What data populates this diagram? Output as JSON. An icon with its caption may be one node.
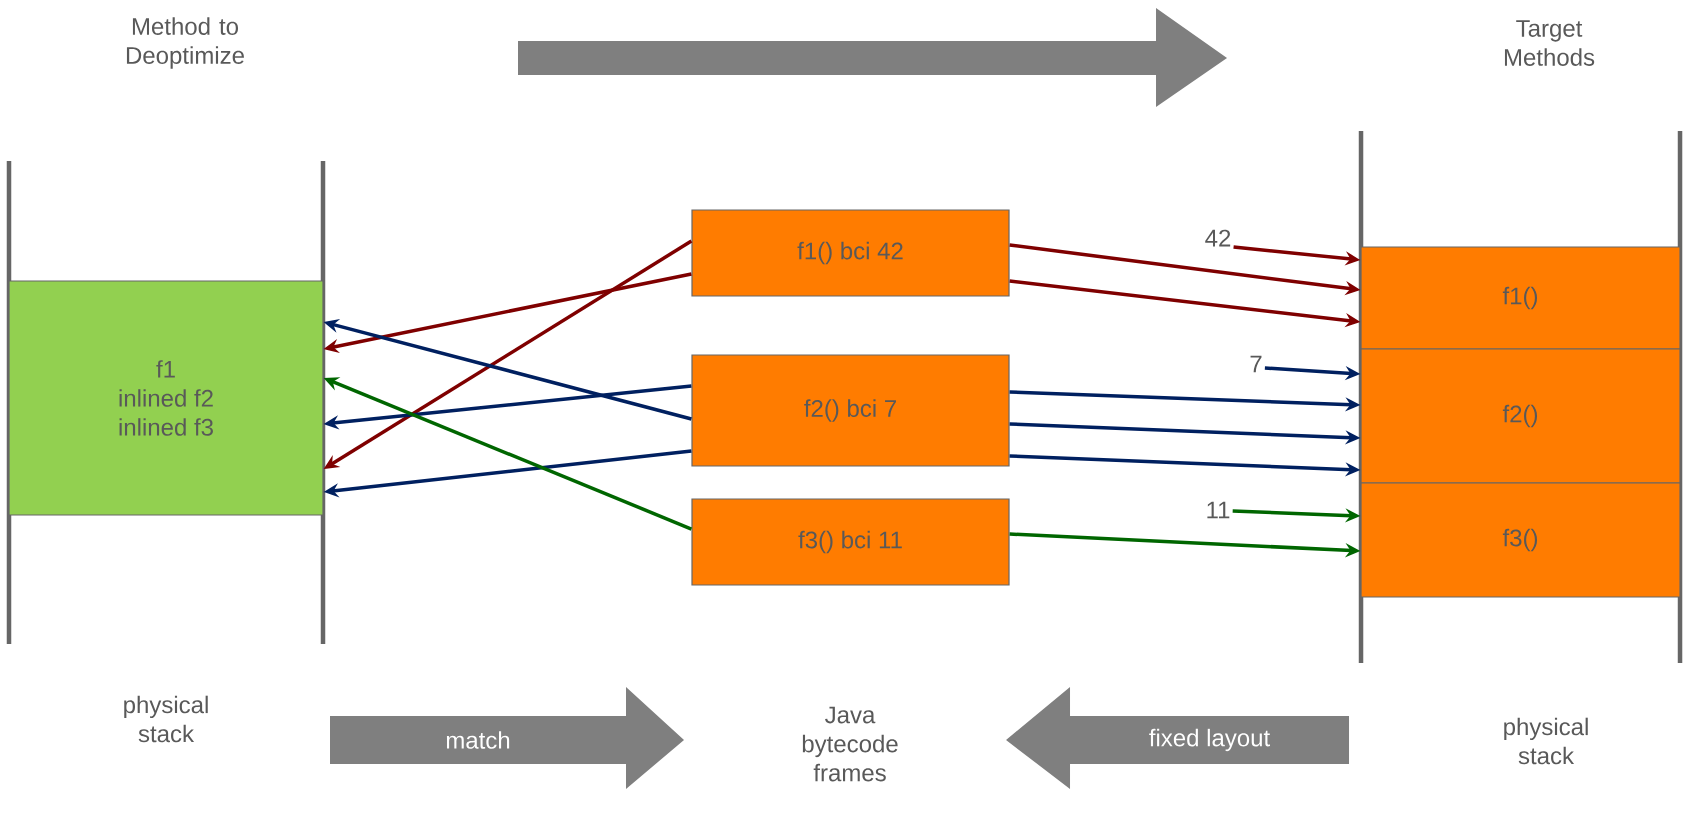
{
  "diagram": {
    "nodes": [
      {
        "text": [
          "f1",
          "inlined f2",
          "inlined f3"
        ]
      },
      {
        "text": [
          "f1() bci 42"
        ]
      },
      {
        "text": [
          "f2() bci 7"
        ]
      },
      {
        "text": [
          "f3() bci 11"
        ]
      },
      {
        "text": [
          "42"
        ]
      },
      {
        "text": [
          "f1()"
        ]
      },
      {
        "text": [
          "7"
        ]
      },
      {
        "text": [
          "f2()"
        ]
      },
      {
        "text": [
          "11"
        ]
      },
      {
        "text": [
          "f3()"
        ]
      },
      {
        "text": [
          "match"
        ]
      },
      {
        "text": [
          "fixed layout"
        ]
      }
    ],
    "edges": [
      {
        "from": 1,
        "to": 0,
        "arrow": "to",
        "color": "#7f0000"
      },
      {
        "from": 1,
        "to": 0,
        "arrow": "to",
        "color": "#7f0000"
      },
      {
        "from": 2,
        "to": 0,
        "arrow": "to",
        "color": "#002060"
      },
      {
        "from": 2,
        "to": 0,
        "arrow": "to",
        "color": "#002060"
      },
      {
        "from": 2,
        "to": 0,
        "arrow": "to",
        "color": "#002060"
      },
      {
        "from": 3,
        "to": 0,
        "arrow": "to",
        "color": "#006600"
      },
      {
        "from": 1,
        "to": 5,
        "arrow": "to",
        "color": "#7f0000"
      },
      {
        "from": 1,
        "to": 5,
        "arrow": "to",
        "color": "#7f0000"
      },
      {
        "from": 4,
        "to": 5,
        "arrow": "to",
        "color": "#7f0000"
      },
      {
        "from": 2,
        "to": 7,
        "arrow": "to",
        "color": "#002060"
      },
      {
        "from": 2,
        "to": 7,
        "arrow": "to",
        "color": "#002060"
      },
      {
        "from": 2,
        "to": 7,
        "arrow": "to",
        "color": "#002060"
      },
      {
        "from": 6,
        "to": 7,
        "arrow": "to",
        "color": "#002060"
      },
      {
        "from": 8,
        "to": 9,
        "arrow": "to",
        "color": "#006600"
      },
      {
        "from": 3,
        "to": 9,
        "arrow": "to",
        "color": "#006600"
      }
    ],
    "labels": [
      "Method to Deoptimize",
      "Target Methods",
      "physical stack",
      "Java bytecode frames",
      "physical stack"
    ]
  }
}
